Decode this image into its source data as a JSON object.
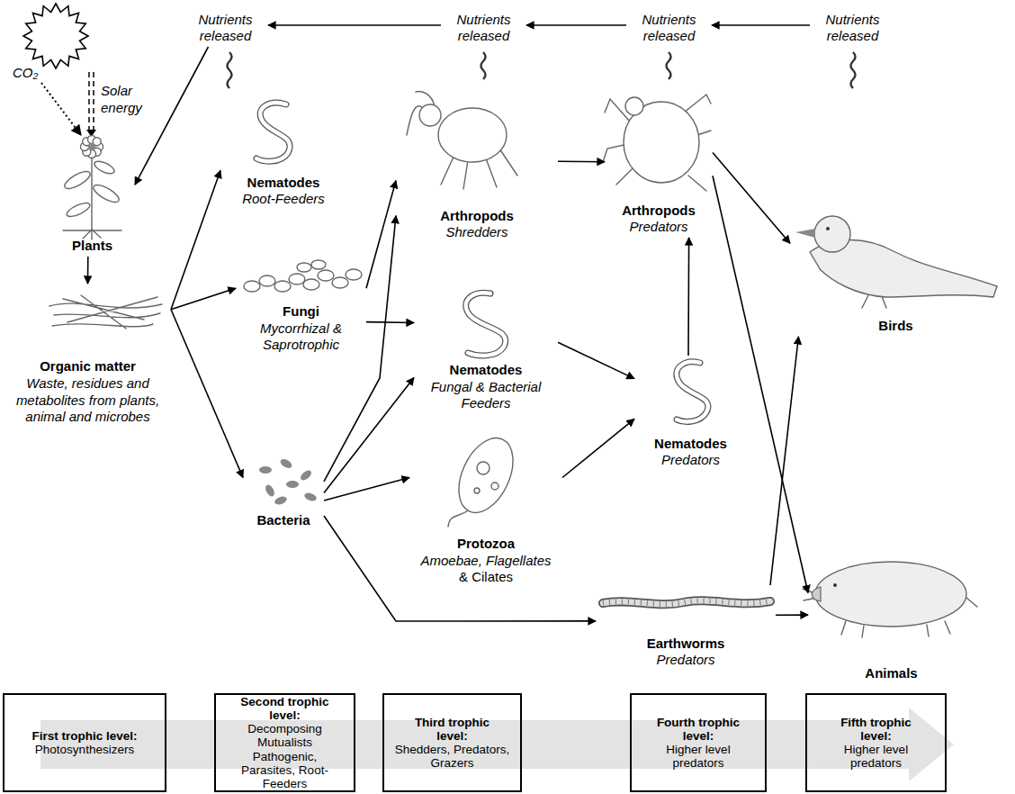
{
  "diagram": {
    "nodes": [
      {
        "text": [
          "Nutrients released"
        ]
      },
      {
        "text": [
          "Nutrients released"
        ]
      },
      {
        "text": [
          "Nutrients released"
        ]
      },
      {
        "text": [
          "Nutrients released"
        ]
      },
      {
        "text": [
          "Plants"
        ]
      },
      {
        "text": [
          "Nematodes",
          "Root-Feeders"
        ]
      },
      {
        "text": [
          "Arthropods",
          "Shredders"
        ]
      },
      {
        "text": [
          "Arthropods",
          "Predators"
        ]
      },
      {
        "text": [
          "Birds"
        ]
      },
      {
        "text": [
          "Fungi",
          "Mycorrhizal & Saprotrophic"
        ]
      },
      {
        "text": [
          "Nematodes",
          "Fungal & Bacterial Feeders"
        ]
      },
      {
        "text": [
          "Nematodes",
          "Predators"
        ]
      },
      {
        "text": [
          "Organic matter",
          "Waste, residues and metabolites from plants, animal and microbes"
        ]
      },
      {
        "text": [
          "Bacteria"
        ]
      },
      {
        "text": [
          "Protozoa",
          "Amoebae, Flagellates",
          "& Cilates"
        ]
      },
      {
        "text": [
          "Earthworms",
          "Predators"
        ]
      },
      {
        "text": [
          "Animals"
        ]
      },
      {
        "text": [
          "First trophic level:",
          "Photosynthesizers"
        ]
      },
      {
        "text": [
          "Second trophic level:",
          "Decomposing Mutualists Pathogenic, Parasites, Root-Feeders"
        ]
      },
      {
        "text": [
          "Third trophic level:",
          "Shedders, Predators, Grazers"
        ]
      },
      {
        "text": [
          "Fourth trophic level:",
          "Higher level predators"
        ]
      },
      {
        "text": [
          "Fifth trophic level:",
          "Higher level predators"
        ]
      }
    ],
    "edges": [
      {
        "from": 1,
        "to": 0,
        "arrow": "to"
      },
      {
        "from": 2,
        "to": 1,
        "arrow": "to"
      },
      {
        "from": 3,
        "to": 2,
        "arrow": "to"
      },
      {
        "from": 0,
        "to": 4,
        "arrow": "to"
      },
      {
        "from": 4,
        "to": 12,
        "arrow": "to"
      },
      {
        "from": 12,
        "to": 5,
        "arrow": "to"
      },
      {
        "from": 12,
        "to": 9,
        "arrow": "to"
      },
      {
        "from": 12,
        "to": 13,
        "arrow": "to"
      },
      {
        "from": 9,
        "to": 6,
        "arrow": "to"
      },
      {
        "from": 9,
        "to": 10,
        "arrow": "to"
      },
      {
        "from": 13,
        "to": 6,
        "arrow": "to"
      },
      {
        "from": 13,
        "to": 10,
        "arrow": "to"
      },
      {
        "from": 13,
        "to": 14,
        "arrow": "to"
      },
      {
        "from": 13,
        "to": 15,
        "arrow": "to"
      },
      {
        "from": 14,
        "to": 11,
        "arrow": "to"
      },
      {
        "from": 10,
        "to": 11,
        "arrow": "to"
      },
      {
        "from": 6,
        "to": 7,
        "arrow": "to"
      },
      {
        "from": 11,
        "to": 7,
        "arrow": "to"
      },
      {
        "from": 7,
        "to": 8,
        "arrow": "to"
      },
      {
        "from": 7,
        "to": 16,
        "arrow": "to"
      },
      {
        "from": 15,
        "to": 16,
        "arrow": "to"
      },
      {
        "from": 15,
        "to": 8,
        "arrow": "to"
      }
    ],
    "labels": [
      "Solar energy",
      "CO₂"
    ]
  }
}
